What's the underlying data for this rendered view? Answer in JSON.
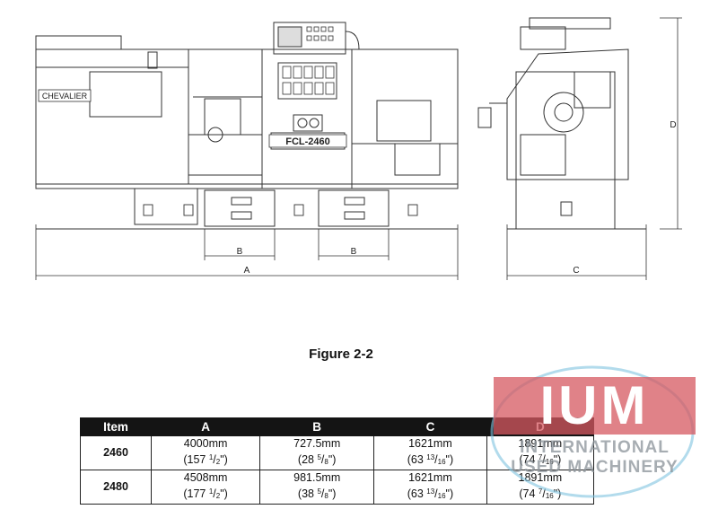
{
  "drawing": {
    "machine_label": "FCL-2460",
    "brand_plate": "CHEVALIER",
    "dim_labels": {
      "a": "A",
      "b1": "B",
      "b2": "B",
      "c": "C",
      "d": "D"
    }
  },
  "caption": "Figure 2-2",
  "table": {
    "headers": [
      "Item",
      "A",
      "B",
      "C",
      "D"
    ],
    "rows": [
      {
        "item": "2460",
        "a_mm": "4000mm",
        "a_in": "(157 ",
        "a_fn": "1",
        "a_fd": "2",
        "a_end": "\")",
        "b_mm": "727.5mm",
        "b_in": "(28 ",
        "b_fn": "5",
        "b_fd": "8",
        "b_end": "\")",
        "c_mm": "1621mm",
        "c_in": "(63 ",
        "c_fn": "13",
        "c_fd": "16",
        "c_end": "\")",
        "d_mm": "1891mm",
        "d_in": "(74 ",
        "d_fn": "7",
        "d_fd": "16",
        "d_end": "\")"
      },
      {
        "item": "2480",
        "a_mm": "4508mm",
        "a_in": "(177 ",
        "a_fn": "1",
        "a_fd": "2",
        "a_end": "\")",
        "b_mm": "981.5mm",
        "b_in": "(38 ",
        "b_fn": "5",
        "b_fd": "8",
        "b_end": "\")",
        "c_mm": "1621mm",
        "c_in": "(63 ",
        "c_fn": "13",
        "c_fd": "16",
        "c_end": "\")",
        "d_mm": "1891mm",
        "d_in": "(74 ",
        "d_fn": "7",
        "d_fd": "16",
        "d_end": "\")"
      }
    ]
  },
  "watermark": {
    "big": "IUM",
    "line1": "INTERNATIONAL",
    "line2": "USED MACHINERY",
    "color_main": "#d65860",
    "color_ring": "#7fc3e0"
  }
}
